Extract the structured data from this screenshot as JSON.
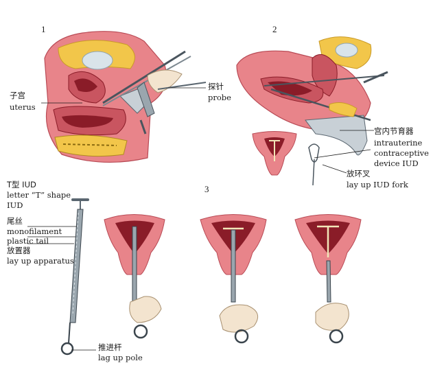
{
  "panels": {
    "p1": {
      "number": "1"
    },
    "p2": {
      "number": "2"
    },
    "p3": {
      "number": "3"
    }
  },
  "labels": {
    "uterus_zh": "子宫",
    "uterus_en": "uterus",
    "probe_zh": "探针",
    "probe_en": "probe",
    "iud_zh": "宫内节育器",
    "iud_en_1": "intrauterine",
    "iud_en_2": "contraceptive",
    "iud_en_3": "device IUD",
    "fork_zh": "放环叉",
    "fork_en": "lay up IUD fork",
    "t_iud_zh": "T型 IUD",
    "t_iud_en_1": "letter “T” shape",
    "t_iud_en_2": "IUD",
    "tail_zh": "尾丝",
    "tail_en_1": "monofilament",
    "tail_en_2": "plastic tail",
    "apparatus_zh": "放置器",
    "apparatus_en": "lay up apparatus",
    "pole_zh": "推进杆",
    "pole_en": "lag up pole"
  },
  "colors": {
    "tissue": "#e8848a",
    "tissue_dark": "#c95560",
    "cavity": "#8a1c28",
    "fat": "#f2c64a",
    "steel": "#5a6670",
    "skin": "#f3e4cf",
    "ink": "#1a1a1a"
  }
}
